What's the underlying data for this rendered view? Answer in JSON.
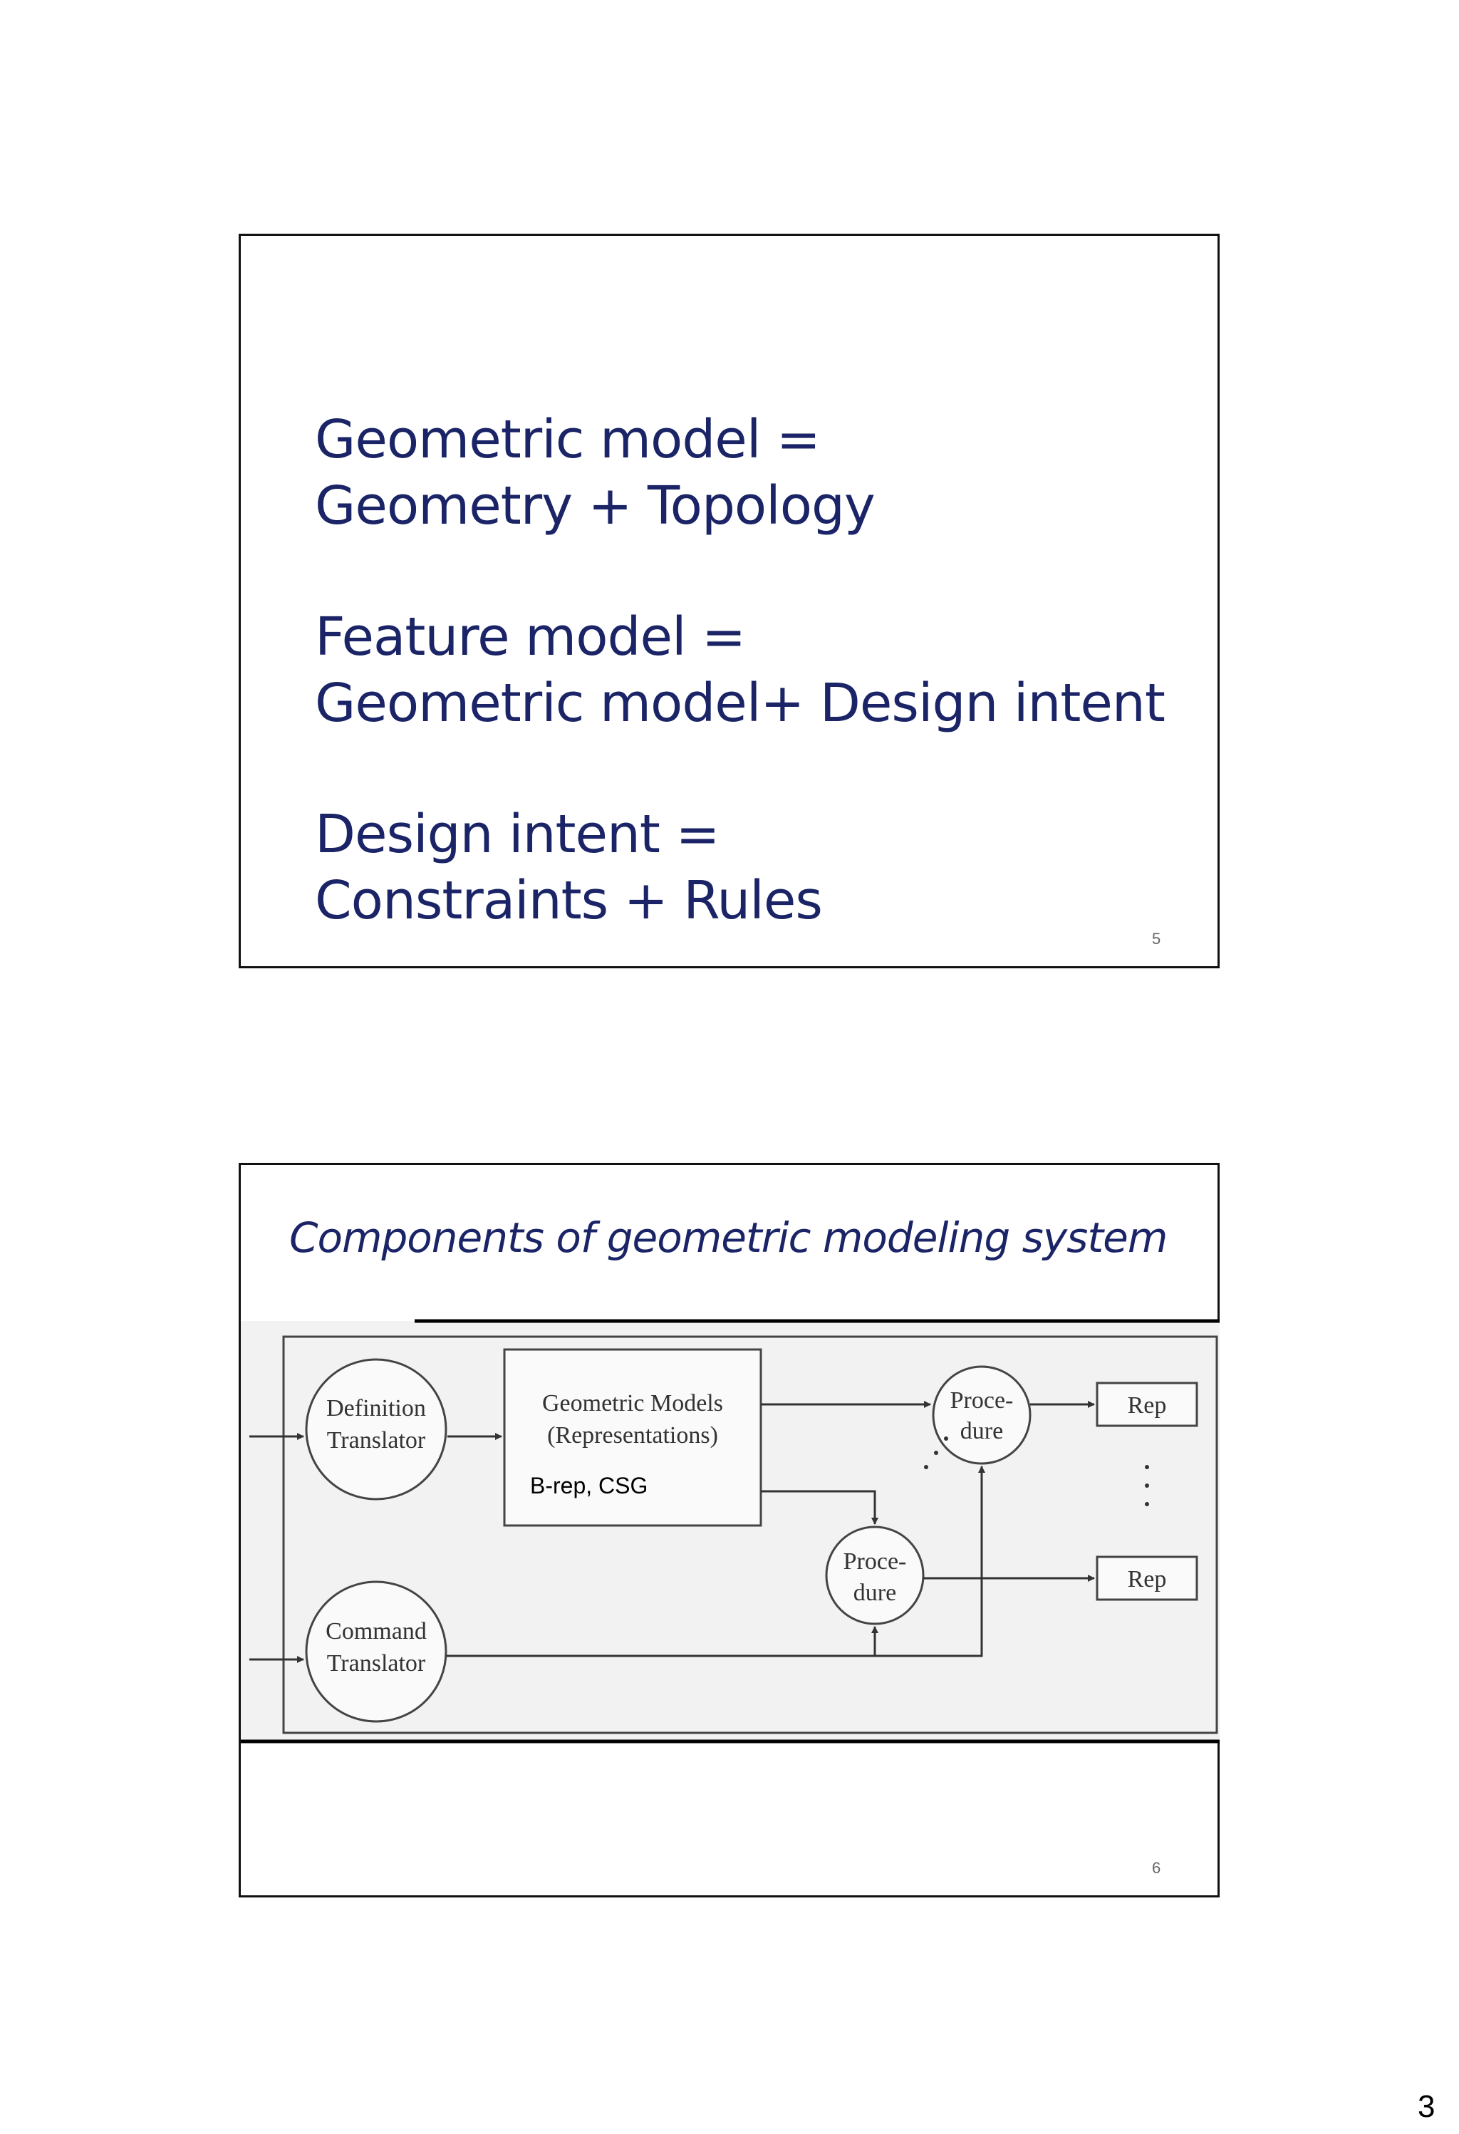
{
  "slides": [
    {
      "lines": [
        "Geometric model =",
        "Geometry + Topology",
        "Feature model =",
        "Geometric model+ Design intent",
        "Design intent =",
        "Constraints + Rules"
      ],
      "number": "5"
    },
    {
      "title": "Components of geometric modeling system",
      "diagram": {
        "definition_translator": [
          "Definition",
          "Translator"
        ],
        "command_translator": [
          "Command",
          "Translator"
        ],
        "geometric_models": [
          "Geometric Models",
          "(Representations)"
        ],
        "geometric_models_note": "B-rep, CSG",
        "procedure_top": [
          "Proce-",
          "dure"
        ],
        "procedure_bottom": [
          "Proce-",
          "dure"
        ],
        "rep_top": "Rep",
        "rep_bottom": "Rep"
      },
      "number": "6"
    }
  ],
  "page_number": "3"
}
